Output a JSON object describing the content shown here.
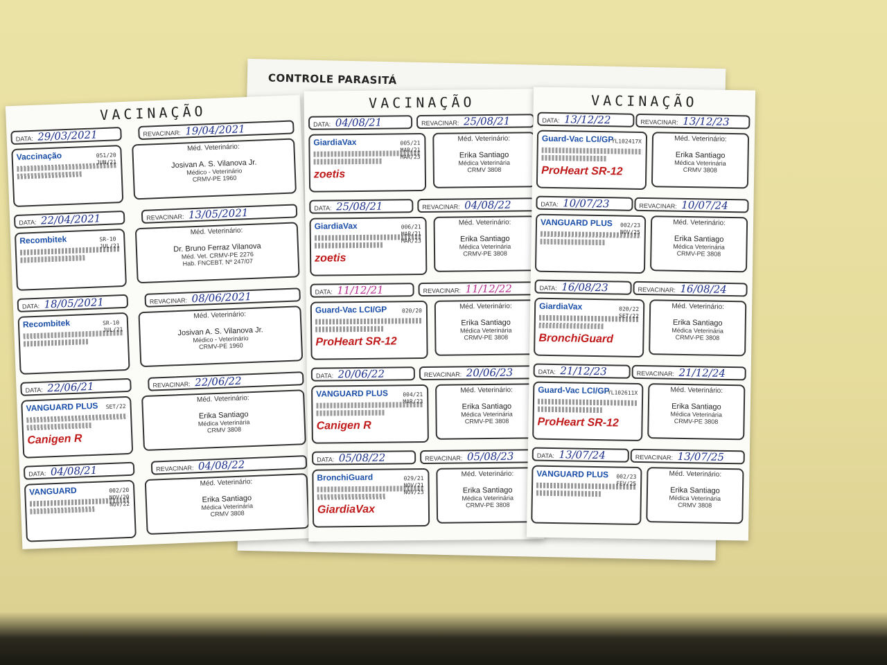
{
  "back_sheet": {
    "title": "CONTROLE PARASITÁ"
  },
  "columns": [
    {
      "title": "VACINAÇÃO",
      "entries": [
        {
          "data_label": "DATA:",
          "data": "29/03/2021",
          "revacinar_label": "REVACINAR:",
          "revacinar": "19/04/2021",
          "vet_label": "Méd. Veterinário:",
          "vet_name": "Josivan A. S. Vilanova Jr.",
          "vet_lines": [
            "Médico - Veterinário",
            "CRMV-PE 1960"
          ],
          "vaccine": "Vaccinação",
          "lot": [
            "051/20",
            "JUN/21"
          ]
        },
        {
          "data_label": "DATA:",
          "data": "22/04/2021",
          "revacinar_label": "REVACINAR:",
          "revacinar": "13/05/2021",
          "vet_label": "Méd. Veterinário:",
          "vet_name": "Dr. Bruno Ferraz Vilanova",
          "vet_lines": [
            "Méd. Vet. CRMV-PE 2276",
            "Hab. FNCEBT. Nº 247/07"
          ],
          "vaccine": "Recombitek",
          "lot": [
            "SR-10",
            "JUL/21"
          ]
        },
        {
          "data_label": "DATA:",
          "data": "18/05/2021",
          "revacinar_label": "REVACINAR:",
          "revacinar": "08/06/2021",
          "vet_label": "Méd. Veterinário:",
          "vet_name": "Josivan A. S. Vilanova Jr.",
          "vet_lines": [
            "Médico - Veterinário",
            "CRMV-PE 1960"
          ],
          "vaccine": "Recombitek",
          "lot": [
            "SR-10",
            "JUL/21"
          ]
        },
        {
          "data_label": "DATA:",
          "data": "22/06/21",
          "revacinar_label": "REVACINAR:",
          "revacinar": "22/06/22",
          "vet_label": "Méd. Veterinário:",
          "vet_name": "Erika Santiago",
          "vet_lines": [
            "Médica Veterinária",
            "CRMV 3808"
          ],
          "vaccine": "VANGUARD PLUS",
          "lot": [
            "SET/22"
          ],
          "extra": "Canigen R"
        },
        {
          "data_label": "DATA:",
          "data": "04/08/21",
          "revacinar_label": "REVACINAR:",
          "revacinar": "04/08/22",
          "vet_label": "Méd. Veterinário:",
          "vet_name": "Erika Santiago",
          "vet_lines": [
            "Médica Veterinária",
            "CRMV 3808"
          ],
          "vaccine": "VANGUARD",
          "lot": [
            "002/20",
            "NOV/20",
            "NOV/22"
          ]
        }
      ]
    },
    {
      "title": "VACINAÇÃO",
      "entries": [
        {
          "data_label": "DATA:",
          "data": "04/08/21",
          "revacinar_label": "REVACINAR:",
          "revacinar": "25/08/21",
          "vet_label": "Méd. Veterinário:",
          "vet_name": "Erika Santiago",
          "vet_lines": [
            "Médica Veterinária",
            "CRMV 3808"
          ],
          "vaccine": "GiardiaVax",
          "lot": [
            "005/21",
            "MAR/21",
            "MAR/23"
          ],
          "extra": "zoetis"
        },
        {
          "data_label": "DATA:",
          "data": "25/08/21",
          "revacinar_label": "REVACINAR:",
          "revacinar": "04/08/22",
          "vet_label": "Méd. Veterinário:",
          "vet_name": "Erika Santiago",
          "vet_lines": [
            "Médica Veterinária",
            "CRMV-PE 3808"
          ],
          "vaccine": "GiardiaVax",
          "lot": [
            "006/21",
            "MAR/21",
            "MAR/23"
          ],
          "extra": "zoetis"
        },
        {
          "data_label": "DATA:",
          "data": "11/12/21",
          "revacinar_label": "REVACINAR:",
          "revacinar": "11/12/22",
          "vet_label": "Méd. Veterinário:",
          "vet_name": "Erika Santiago",
          "vet_lines": [
            "Médica Veterinária",
            "CRMV-PE 3808"
          ],
          "vaccine": "Guard-Vac LCI/GP",
          "lot": [
            "020/20"
          ],
          "extra": "ProHeart SR-12"
        },
        {
          "data_label": "DATA:",
          "data": "20/06/22",
          "revacinar_label": "REVACINAR:",
          "revacinar": "20/06/23",
          "vet_label": "Méd. Veterinário:",
          "vet_name": "Erika Santiago",
          "vet_lines": [
            "Médica Veterinária",
            "CRMV-PE 3808"
          ],
          "vaccine": "VANGUARD PLUS",
          "lot": [
            "004/21",
            "MAR/23"
          ],
          "extra": "Canigen R"
        },
        {
          "data_label": "DATA:",
          "data": "05/08/22",
          "revacinar_label": "REVACINAR:",
          "revacinar": "05/08/23",
          "vet_label": "Méd. Veterinário:",
          "vet_name": "Erika Santiago",
          "vet_lines": [
            "Médica Veterinária",
            "CRMV-PE 3808"
          ],
          "vaccine": "BronchiGuard",
          "lot": [
            "029/21",
            "NOV/21",
            "NOV/23"
          ],
          "extra": "GiardiaVax"
        }
      ]
    },
    {
      "title": "VACINAÇÃO",
      "entries": [
        {
          "data_label": "DATA:",
          "data": "13/12/22",
          "revacinar_label": "REVACINAR:",
          "revacinar": "13/12/23",
          "vet_label": "Méd. Veterinário:",
          "vet_name": "Erika Santiago",
          "vet_lines": [
            "Médica Veterinária",
            "CRMV 3808"
          ],
          "vaccine": "Guard-Vac LCI/GP",
          "lot": [
            "YL102417X"
          ],
          "extra": "ProHeart SR-12"
        },
        {
          "data_label": "DATA:",
          "data": "10/07/23",
          "revacinar_label": "REVACINAR:",
          "revacinar": "10/07/24",
          "vet_label": "Méd. Veterinário:",
          "vet_name": "Erika Santiago",
          "vet_lines": [
            "Médica Veterinária",
            "CRMV-PE 3808"
          ],
          "vaccine": "VANGUARD PLUS",
          "lot": [
            "002/23",
            "NOV/25"
          ]
        },
        {
          "data_label": "DATA:",
          "data": "16/08/23",
          "revacinar_label": "REVACINAR:",
          "revacinar": "16/08/24",
          "vet_label": "Méd. Veterinário:",
          "vet_name": "Erika Santiago",
          "vet_lines": [
            "Médica Veterinária",
            "CRMV-PE 3808"
          ],
          "vaccine": "GiardiaVax",
          "lot": [
            "020/22",
            "SET/22"
          ],
          "extra": "BronchiGuard"
        },
        {
          "data_label": "DATA:",
          "data": "21/12/23",
          "revacinar_label": "REVACINAR:",
          "revacinar": "21/12/24",
          "vet_label": "Méd. Veterinário:",
          "vet_name": "Erika Santiago",
          "vet_lines": [
            "Médica Veterinária",
            "CRMV-PE 3808"
          ],
          "vaccine": "Guard-Vac LCI/GP",
          "lot": [
            "YL102611X"
          ],
          "extra": "ProHeart SR-12"
        },
        {
          "data_label": "DATA:",
          "data": "13/07/24",
          "revacinar_label": "REVACINAR:",
          "revacinar": "13/07/25",
          "vet_label": "Méd. Veterinário:",
          "vet_name": "Erika Santiago",
          "vet_lines": [
            "Médica Veterinária",
            "CRMV 3808"
          ],
          "vaccine": "VANGUARD PLUS",
          "lot": [
            "002/23",
            "FEV/25"
          ]
        }
      ]
    }
  ],
  "colors": {
    "ink_blue": "#1c2f8a",
    "ink_pink": "#b52a8c",
    "table_yellow": "#e8df9f"
  }
}
